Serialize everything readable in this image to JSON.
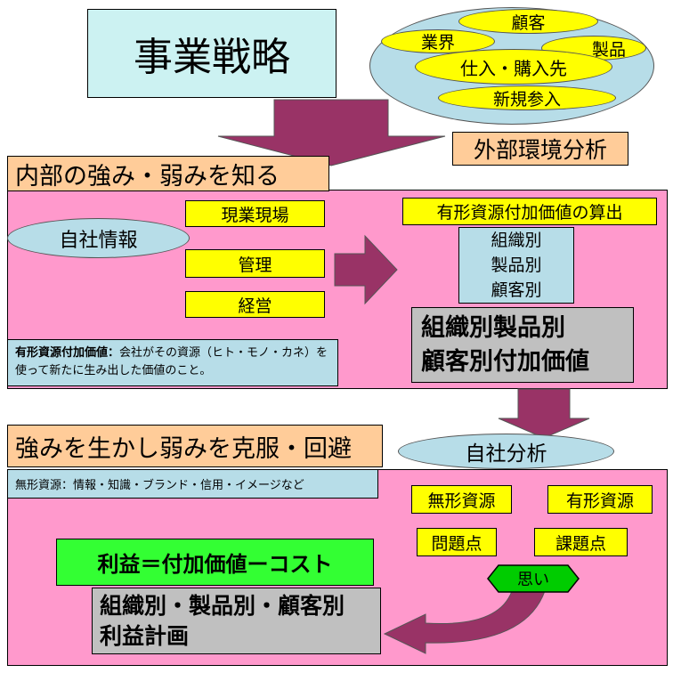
{
  "title": "事業戦略",
  "external": {
    "items": [
      "顧客",
      "業界",
      "製品",
      "仕入・購入先",
      "新規参入"
    ],
    "label": "外部環境分析"
  },
  "internal": {
    "header": "内部の強み・弱みを知る",
    "company_info": "自社情報",
    "levels": [
      "現業現場",
      "管理",
      "経営"
    ],
    "calc_title": "有形資源付加価値の算出",
    "breakdown": [
      "組織別",
      "製品別",
      "顧客別"
    ],
    "result_lines": [
      "組織別製品別",
      "顧客別付加価値"
    ],
    "definition_term": "有形資源付加価値：",
    "definition_text": "会社がその資源（ヒト・モノ・カネ）を使って新たに生み出した価値のこと。"
  },
  "strategy": {
    "header": "強みを生かし弱みを克服・回避",
    "self_analysis": "自社分析",
    "intangible_note": "無形資源：情報・知識・ブランド・信用・イメージなど",
    "tags": [
      "無形資源",
      "有形資源",
      "問題点",
      "課題点"
    ],
    "feeling": "思い",
    "formula": "利益＝付加価値ーコスト",
    "plan_lines": [
      "組織別・製品別・顧客別",
      "利益計画"
    ]
  },
  "colors": {
    "arrow": "#993366",
    "pink": "#ff99cc",
    "yellow": "#ffff00",
    "cyan": "#b7dde8",
    "orange": "#ffcc99",
    "green": "#33ff33",
    "gray": "#c0c0c0"
  }
}
